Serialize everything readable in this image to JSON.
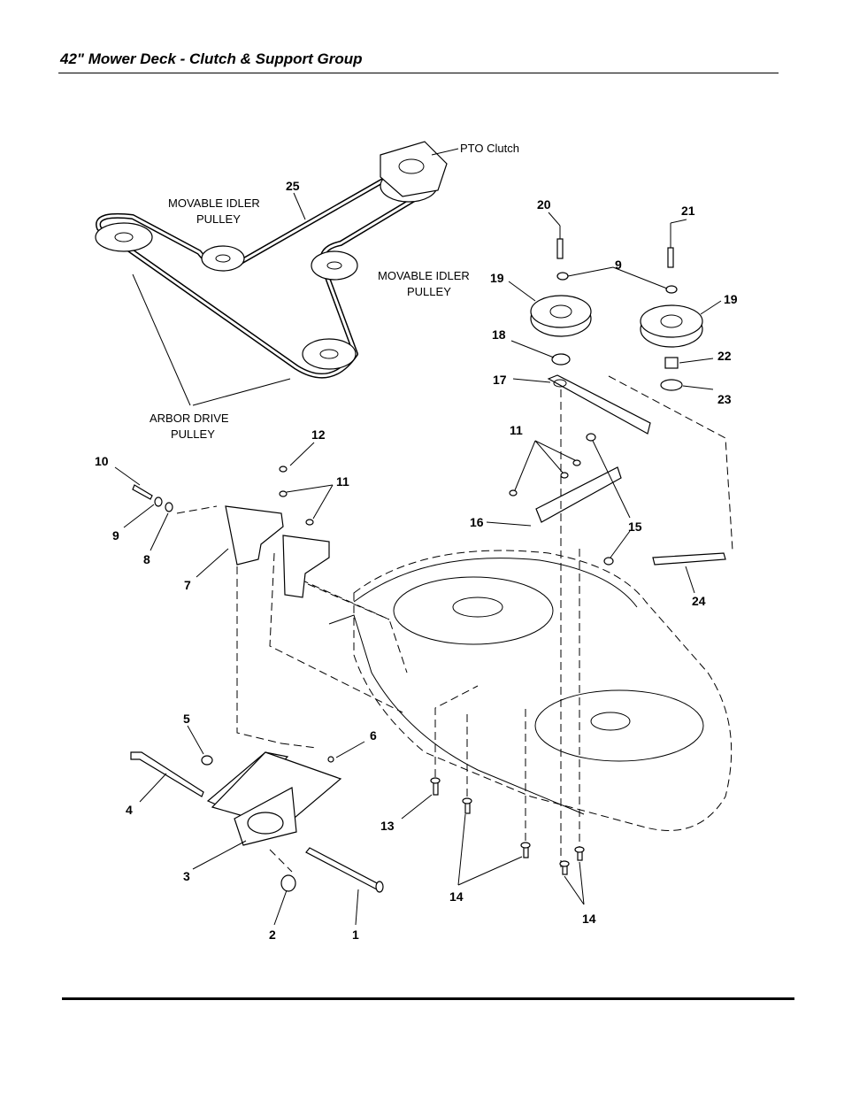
{
  "header": {
    "title": "42\" Mower Deck - Clutch & Support Group"
  },
  "captions": {
    "pto_clutch": "PTO Clutch",
    "movable_idler_1": [
      "MOVABLE IDLER",
      "PULLEY"
    ],
    "movable_idler_2": [
      "MOVABLE IDLER",
      "PULLEY"
    ],
    "arbor_drive": [
      "ARBOR DRIVE",
      "PULLEY"
    ]
  },
  "callouts": {
    "c1": "1",
    "c2": "2",
    "c3": "3",
    "c4": "4",
    "c5": "5",
    "c6": "6",
    "c7": "7",
    "c8": "8",
    "c9a": "9",
    "c9b": "9",
    "c10": "10",
    "c11a": "11",
    "c11b": "11",
    "c12": "12",
    "c13": "13",
    "c14a": "14",
    "c14b": "14",
    "c15": "15",
    "c16": "16",
    "c17": "17",
    "c18": "18",
    "c19a": "19",
    "c19b": "19",
    "c20": "20",
    "c21": "21",
    "c22": "22",
    "c23": "23",
    "c24": "24",
    "c25": "25"
  }
}
